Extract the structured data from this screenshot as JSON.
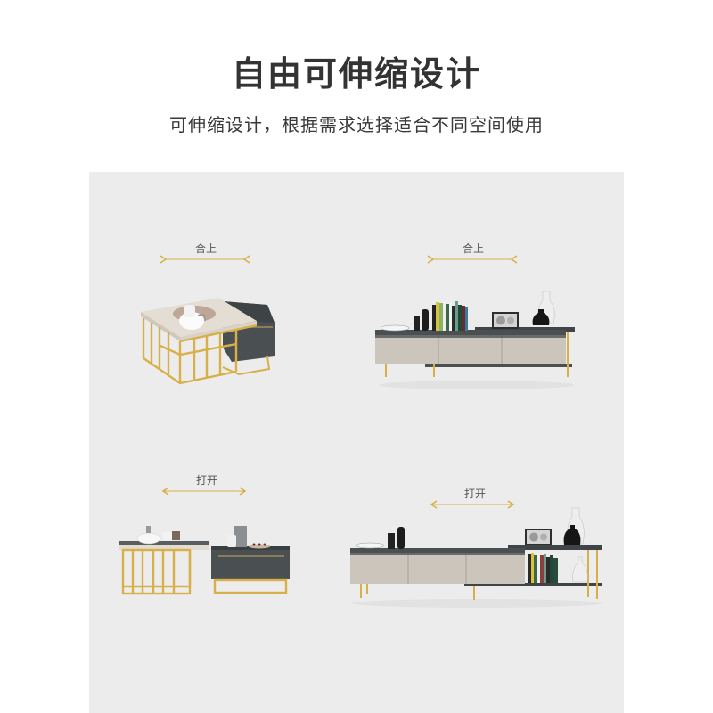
{
  "header": {
    "title": "自由可伸缩设计",
    "subtitle": "可伸缩设计，根据需求选择适合不同空间使用"
  },
  "colors": {
    "gold": "#d8b04a",
    "panel_bg": "#ececec",
    "text_dark": "#333333",
    "dark_gray": "#4a4f52",
    "marble": "#ddd8cf",
    "taupe": "#c9c3ba"
  },
  "panels": [
    {
      "id": "coffee-table-closed",
      "state_label": "合上",
      "arrow": "inward",
      "product": "coffee table (nested)"
    },
    {
      "id": "tv-cabinet-closed",
      "state_label": "合上",
      "arrow": "inward",
      "product": "tv cabinet (retracted)"
    },
    {
      "id": "coffee-table-open",
      "state_label": "打开",
      "arrow": "outward",
      "product": "coffee table (extended)"
    },
    {
      "id": "tv-cabinet-open",
      "state_label": "打开",
      "arrow": "outward",
      "product": "tv cabinet (extended)"
    }
  ]
}
